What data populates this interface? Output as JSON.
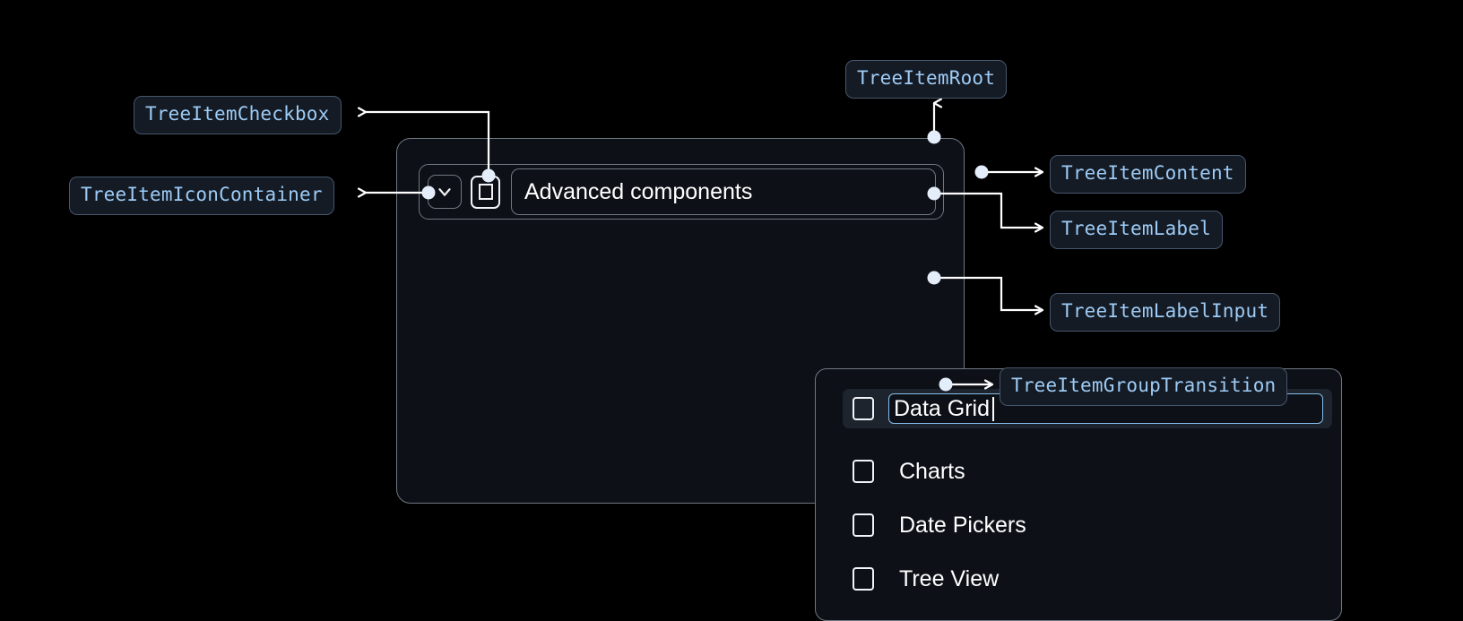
{
  "background_color": "#000000",
  "accent_color": "#9ecbf5",
  "badge": {
    "background": "#141b25",
    "border_color": "#46566b",
    "text_color": "#9ecbf5"
  },
  "annotations": [
    {
      "id": "tree-item-checkbox",
      "label": "TreeItemCheckbox"
    },
    {
      "id": "tree-item-icon-container",
      "label": "TreeItemIconContainer"
    },
    {
      "id": "tree-item-root",
      "label": "TreeItemRoot"
    },
    {
      "id": "tree-item-content",
      "label": "TreeItemContent"
    },
    {
      "id": "tree-item-label",
      "label": "TreeItemLabel"
    },
    {
      "id": "tree-item-label-input",
      "label": "TreeItemLabelInput"
    },
    {
      "id": "tree-item-group-transition",
      "label": "TreeItemGroupTransition"
    }
  ],
  "tree": {
    "root": {
      "expand_icon": "chevron-down-icon",
      "checkbox_checked": false,
      "label": "Advanced components"
    },
    "children": [
      {
        "label": "Data Grid",
        "checked": false,
        "editing": true,
        "selected": true
      },
      {
        "label": "Charts",
        "checked": false,
        "editing": false,
        "selected": false
      },
      {
        "label": "Date Pickers",
        "checked": false,
        "editing": false,
        "selected": false
      },
      {
        "label": "Tree View",
        "checked": false,
        "editing": false,
        "selected": false
      }
    ]
  }
}
